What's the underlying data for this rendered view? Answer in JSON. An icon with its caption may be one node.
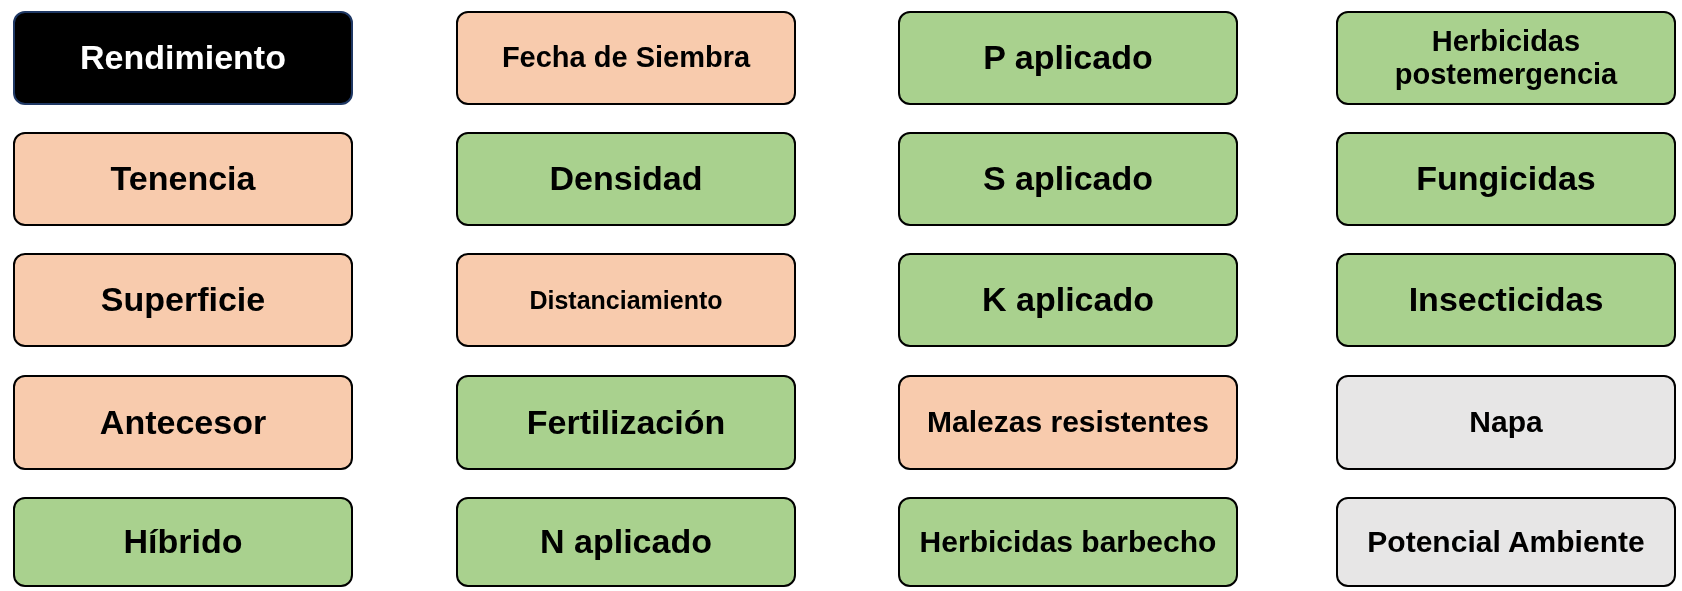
{
  "diagram": {
    "nodes": [
      {
        "text": [
          "Rendimiento"
        ]
      },
      {
        "text": [
          "Tenencia"
        ]
      },
      {
        "text": [
          "Superficie"
        ]
      },
      {
        "text": [
          "Antecesor"
        ]
      },
      {
        "text": [
          "Híbrido"
        ]
      },
      {
        "text": [
          "Fecha de Siembra"
        ]
      },
      {
        "text": [
          "Densidad"
        ]
      },
      {
        "text": [
          "Distanciamiento"
        ]
      },
      {
        "text": [
          "Fertilización"
        ]
      },
      {
        "text": [
          "N aplicado"
        ]
      },
      {
        "text": [
          "P aplicado"
        ]
      },
      {
        "text": [
          "S aplicado"
        ]
      },
      {
        "text": [
          "K aplicado"
        ]
      },
      {
        "text": [
          "Malezas resistentes"
        ]
      },
      {
        "text": [
          "Herbicidas barbecho"
        ]
      },
      {
        "text": [
          "Herbicidas postemergencia"
        ]
      },
      {
        "text": [
          "Fungicidas"
        ]
      },
      {
        "text": [
          "Insecticidas"
        ]
      },
      {
        "text": [
          "Napa"
        ]
      },
      {
        "text": [
          "Potencial Ambiente"
        ]
      }
    ]
  }
}
